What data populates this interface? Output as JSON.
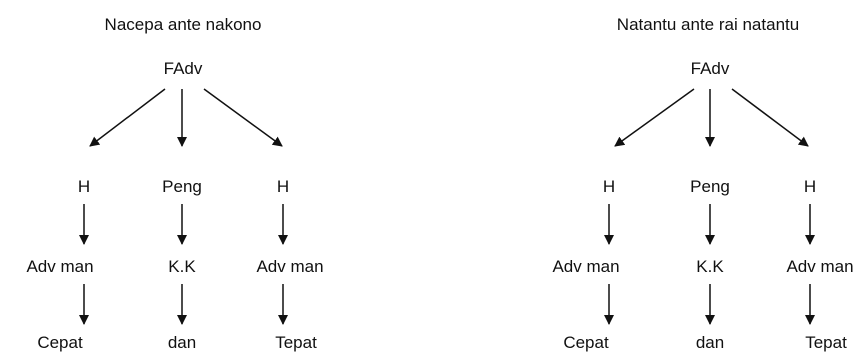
{
  "colors": {
    "line": "#111111",
    "text": "#111111",
    "background": "#ffffff"
  },
  "diagrams": [
    {
      "title": "Nacepa ante nakono",
      "root": "FAdv",
      "branches": [
        {
          "role": "H",
          "category": "Adv man",
          "word": "Cepat"
        },
        {
          "role": "Peng",
          "category": "K.K",
          "word": "dan"
        },
        {
          "role": "H",
          "category": "Adv man",
          "word": "Tepat"
        }
      ]
    },
    {
      "title": "Natantu ante rai natantu",
      "root": "FAdv",
      "branches": [
        {
          "role": "H",
          "category": "Adv man",
          "word": "Cepat"
        },
        {
          "role": "Peng",
          "category": "K.K",
          "word": "dan"
        },
        {
          "role": "H",
          "category": "Adv man",
          "word": "Tepat"
        }
      ]
    }
  ]
}
